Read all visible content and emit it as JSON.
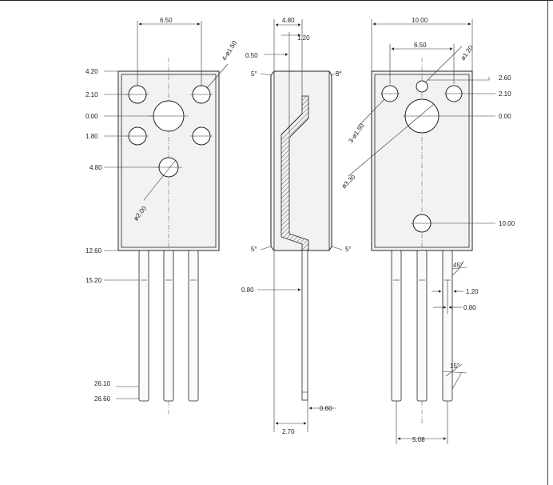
{
  "front": {
    "dim_width": "6.50",
    "dim_hole": "4-ø1.50",
    "dim_big_hole": "ø2.00",
    "y_labels": [
      "4.20",
      "2.10",
      "0.00",
      "1.80",
      "4.80",
      "12.60",
      "15.20",
      "26.10",
      "26.60"
    ]
  },
  "side": {
    "dim_top": "4.80",
    "dim_top2": "1.20",
    "dim_050": "0.50",
    "angle_tl": "5°",
    "angle_tr": "5°",
    "angle_bl": "5°",
    "angle_br": "5°",
    "dim_lead_left": "0.80",
    "dim_lead_bottom": "0.60",
    "dim_bottom": "2.70"
  },
  "back": {
    "dim_width": "10.00",
    "dim_inner": "6.50",
    "dim_small_hole": "ø1.20",
    "dim_holes": "3-ø1.50",
    "dim_big_hole": "ø3.30",
    "y_labels": [
      "2.60",
      "2.10",
      "0.00",
      "10.00"
    ],
    "dim_angle45": "45°",
    "dim_120": "1.20",
    "dim_080": "0.80",
    "dim_angle15": "15°",
    "dim_pitch": "5.08"
  }
}
